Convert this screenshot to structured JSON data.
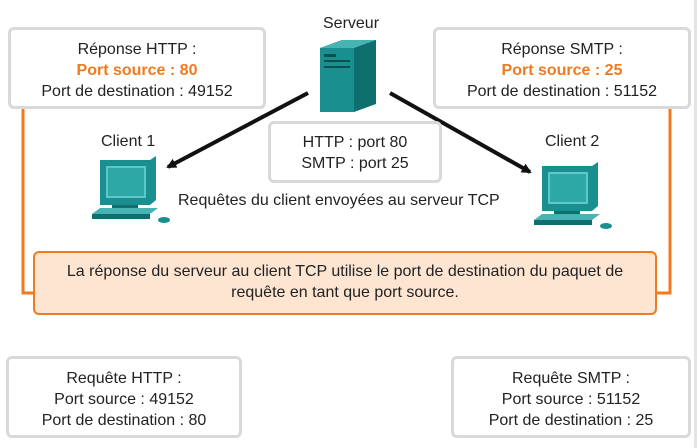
{
  "server": {
    "label": "Serveur"
  },
  "clients": [
    {
      "label": "Client 1"
    },
    {
      "label": "Client 2"
    }
  ],
  "responses": [
    {
      "title": "Réponse HTTP :",
      "source": "Port source : 80",
      "dest": "Port de destination : 49152"
    },
    {
      "title": "Réponse SMTP :",
      "source": "Port source : 25",
      "dest": "Port de destination : 51152"
    }
  ],
  "server_ports": {
    "http": "HTTP : port 80",
    "smtp": "SMTP : port 25"
  },
  "requests_caption": "Requêtes du client envoyées au serveur TCP",
  "note": {
    "line1": "La réponse du serveur au client TCP utilise le port de destination du paquet de",
    "line2": "requête en tant que port source."
  },
  "requests": [
    {
      "title": "Requête HTTP :",
      "source": "Port source : 49152",
      "dest": "Port de destination : 80"
    },
    {
      "title": "Requête SMTP :",
      "source": "Port source : 51152",
      "dest": "Port de destination : 25"
    }
  ],
  "colors": {
    "accent": "#f07a20",
    "note_fill": "#fde5d2",
    "device": "#1a8f8f",
    "box_border": "#d9d9d9"
  }
}
